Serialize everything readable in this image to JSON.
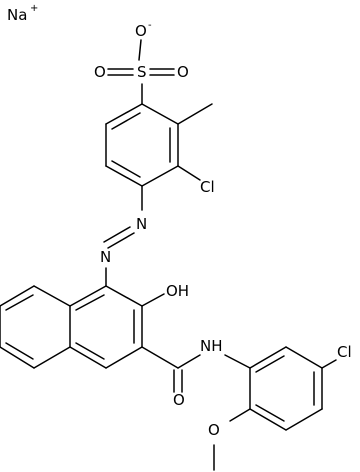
{
  "molecule": {
    "atoms": {
      "na": "Na",
      "na_charge": "+",
      "o_minus": "O",
      "o_minus_charge": "-",
      "s": "S",
      "o_left": "O",
      "o_right": "O",
      "cl_ring": "Cl",
      "n_azo_upper": "N",
      "n_azo_lower": "N",
      "oh": "OH",
      "nh": "NH",
      "o_amide": "O",
      "cl_aryl": "Cl",
      "o_methoxy": "O"
    }
  }
}
